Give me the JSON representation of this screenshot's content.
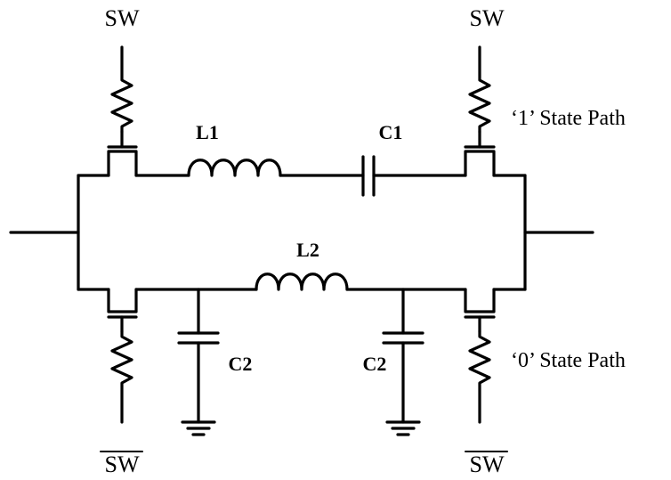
{
  "labels": {
    "sw_top_left": "SW",
    "sw_top_right": "SW",
    "sw_bottom_left": "SW",
    "sw_bottom_right": "SW",
    "l1": "L1",
    "c1": "C1",
    "l2": "L2",
    "c2_left": "C2",
    "c2_right": "C2",
    "state_1": "‘1’ State Path",
    "state_0": "‘0’ State Path"
  }
}
